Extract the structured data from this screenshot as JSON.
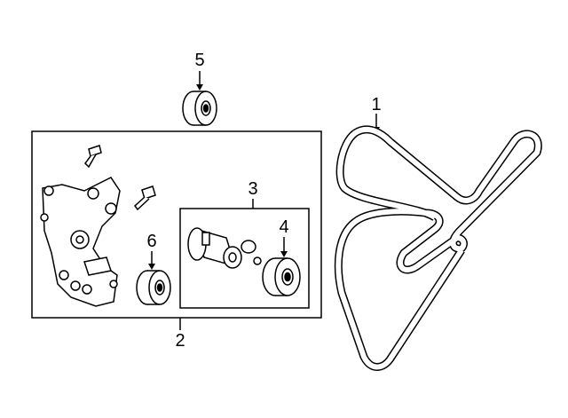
{
  "diagram": {
    "callouts": {
      "belt": "1",
      "tensioner_assembly": "2",
      "tensioner": "3",
      "tensioner_pulley": "4",
      "idler_pulley": "5",
      "bracket_pulley": "6"
    },
    "line_color": "#000000",
    "background": "#ffffff"
  }
}
